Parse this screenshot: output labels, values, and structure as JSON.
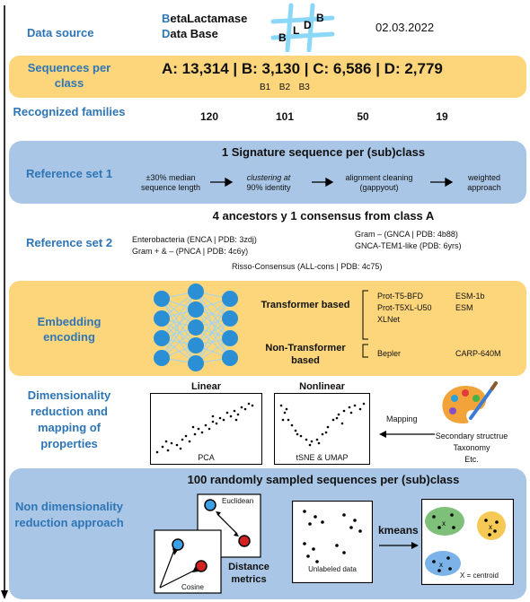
{
  "header": {
    "data_source_label": "Data source",
    "db_name_line1_initial": "B",
    "db_name_line1_rest": "etaLactamase",
    "db_name_line2_initial": "D",
    "db_name_line2_rest": "ata Base",
    "logo_letters": [
      "B",
      "L",
      "D",
      "B"
    ],
    "date": "02.03.2022"
  },
  "sequences": {
    "label": "Sequences per class",
    "counts": "A: 13,314 | B: 3,130 | C: 6,586 | D: 2,779",
    "subclasses": "B1  B2  B3"
  },
  "families": {
    "label": "Recognized families",
    "values": [
      "120",
      "101",
      "50",
      "19"
    ]
  },
  "reference1": {
    "label": "Reference set 1",
    "title": "1 Signature sequence per (sub)class",
    "steps": [
      {
        "line1": "±30% median",
        "line2": "sequence length"
      },
      {
        "line1": "clustering at",
        "line2": "90% identity"
      },
      {
        "line1": "alignment cleaning",
        "line2": "(gappyout)"
      },
      {
        "line1": "weighted",
        "line2": "approach"
      }
    ]
  },
  "reference2": {
    "label": "Reference set 2",
    "title": "4 ancestors y 1 consensus from class A",
    "left1": "Enterobacteria (ENCA | PDB: 3zdj)",
    "left2": "Gram + & – (PNCA | PDB: 4c6y)",
    "right1": "Gram – (GNCA | PDB: 4b88)",
    "right2": "GNCA-TEM1-like (PDB: 6yrs)",
    "bottom": "Risso-Consensus (ALL-cons | PDB: 4c75)"
  },
  "embedding": {
    "label": "Embedding encoding",
    "transformer_label": "Transformer based",
    "non_transformer_label": "Non-Transformer based",
    "transformer_models": [
      "Prot-T5-BFD",
      "Prot-T5XL-U50",
      "XLNet",
      "ESM-1b",
      "ESM"
    ],
    "non_transformer_models": [
      "Bepler",
      "CARP-640M"
    ]
  },
  "dimred": {
    "label": "Dimensionality reduction and mapping of properties",
    "linear_title": "Linear",
    "linear_caption": "PCA",
    "nonlinear_title": "Nonlinear",
    "nonlinear_caption": "tSNE & UMAP",
    "mapping_label": "Mapping",
    "properties": [
      "Secondary structrue",
      "Taxonomy",
      "Etc."
    ]
  },
  "nondimred": {
    "label": "Non dimensionality reduction approach",
    "title": "100 randomly sampled sequences per (sub)class",
    "euclidean": "Euclidean",
    "cosine": "Cosine",
    "distance_metrics": "Distance metrics",
    "unlabeled": "Unlabeled data",
    "kmeans": "kmeans",
    "centroid": "X = centroid"
  },
  "colors": {
    "accent_blue": "#2e75b6",
    "yellow_band": "#fdd67c",
    "blue_band": "#a9c6e6",
    "logo_blue": "#4fc3f7"
  }
}
